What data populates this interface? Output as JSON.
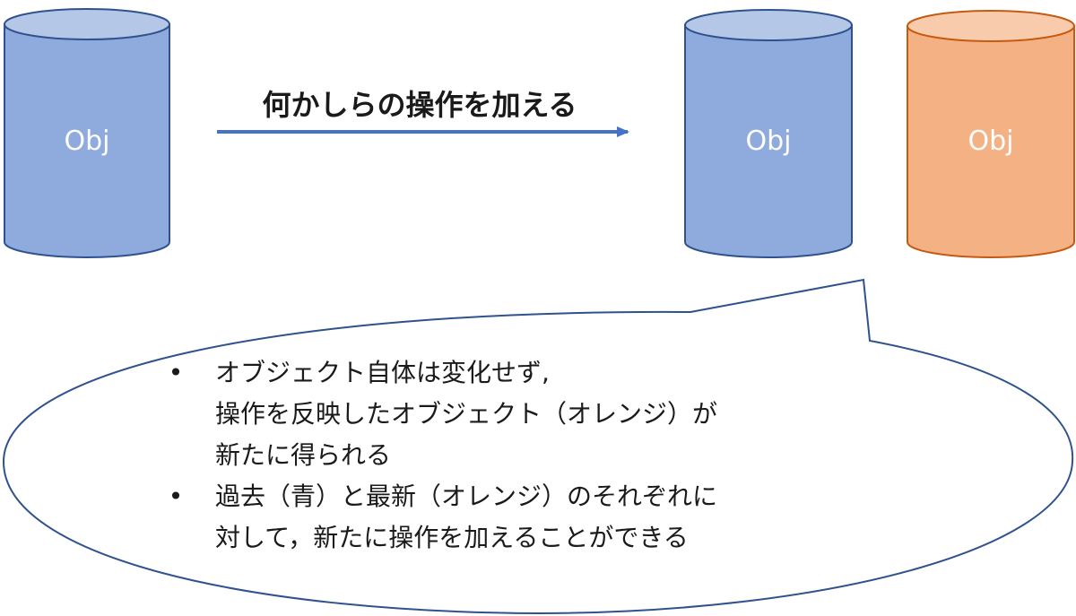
{
  "colors": {
    "blue_body": "#8faadc",
    "blue_top": "#b4c7e7",
    "blue_stroke": "#2f528f",
    "orange_body": "#f4b183",
    "orange_top": "#f8cbad",
    "orange_stroke": "#c55a11",
    "arrow": "#4472c4",
    "callout_stroke": "#2f528f"
  },
  "cylinders": [
    {
      "label": "Obj",
      "color": "blue"
    },
    {
      "label": "Obj",
      "color": "blue"
    },
    {
      "label": "Obj",
      "color": "orange"
    }
  ],
  "arrow": {
    "label": "何かしらの操作を加える"
  },
  "callout": {
    "bullet_symbol": "•",
    "bullets": [
      {
        "lines": [
          "オブジェクト自体は変化せず,",
          "操作を反映したオブジェクト（オレンジ）が",
          "新たに得られる"
        ]
      },
      {
        "lines": [
          "過去（青）と最新（オレンジ）のそれぞれに",
          "対して，新たに操作を加えることができる"
        ]
      }
    ]
  }
}
